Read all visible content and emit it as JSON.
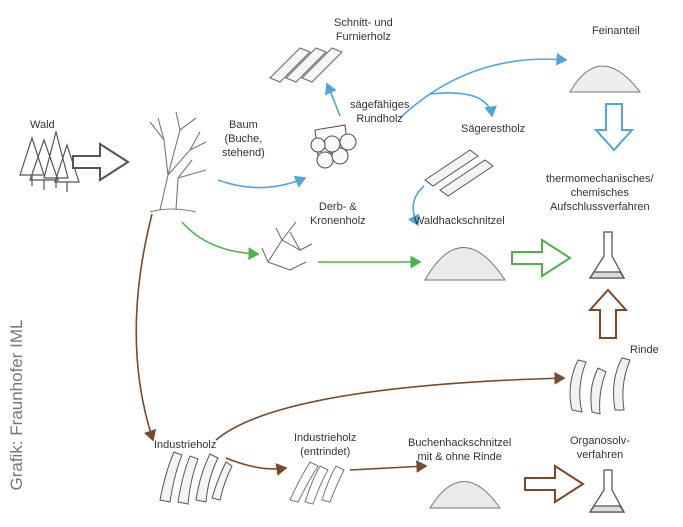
{
  "labels": {
    "wald": "Wald",
    "baum": [
      "Baum",
      "(Buche,",
      "stehend)"
    ],
    "schnittholz": [
      "Schnitt- und",
      "Furnierholz"
    ],
    "rundholz": [
      "sägefähiges",
      "Rundholz"
    ],
    "feinanteil": "Feinanteil",
    "saegerestholz": "Sägerestholz",
    "derbholz": [
      "Derb- &",
      "Kronenholz"
    ],
    "waldhackschnitzel": "Waldhackschnitzel",
    "aufschluss": [
      "thermomechanisches/",
      "chemisches",
      "Aufschlussverfahren"
    ],
    "rinde": "Rinde",
    "industrieholz": "Industrieholz",
    "industrieholz_entrindet": [
      "Industrieholz",
      "(entrindet)"
    ],
    "buchenhack": [
      "Buchenhackschnitzel",
      "mit & ohne Rinde"
    ],
    "organosolv": [
      "Organosolv-",
      "verfahren"
    ]
  },
  "credit": "Grafik: Fraunhofer IML",
  "colors": {
    "blue": "#4fa6dc",
    "green": "#4cb34a",
    "brown": "#7a4a26",
    "outline": "#555555"
  }
}
